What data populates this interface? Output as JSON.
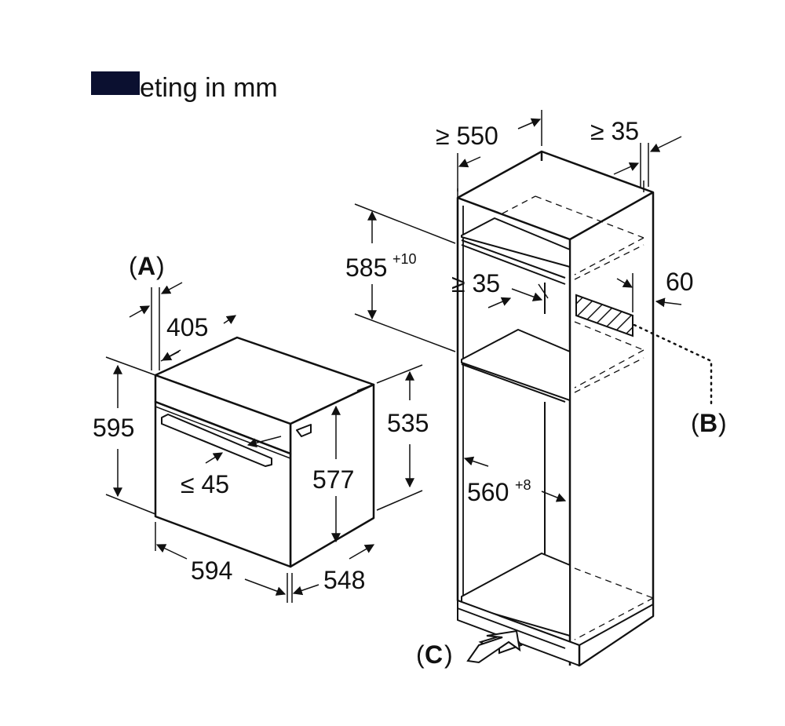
{
  "title": "eting in mm",
  "colors": {
    "line": "#111111",
    "background": "#ffffff",
    "redaction": "#0b1030"
  },
  "labels": {
    "A": "A",
    "B": "B",
    "C": "C"
  },
  "dimensions": {
    "oven_front_depth": "405",
    "oven_height": "595",
    "oven_body_height": "577",
    "oven_rear_height": "535",
    "oven_width": "594",
    "oven_depth": "548",
    "door_clearance": "≤ 45",
    "cabinet_depth": "≥ 550",
    "cabinet_rear_gap": "≥ 35",
    "niche_height": "585",
    "niche_height_tolerance": "+10",
    "vent_gap": "≥ 35",
    "vent_width": "60",
    "niche_width": "560",
    "niche_width_tolerance": "+8"
  }
}
